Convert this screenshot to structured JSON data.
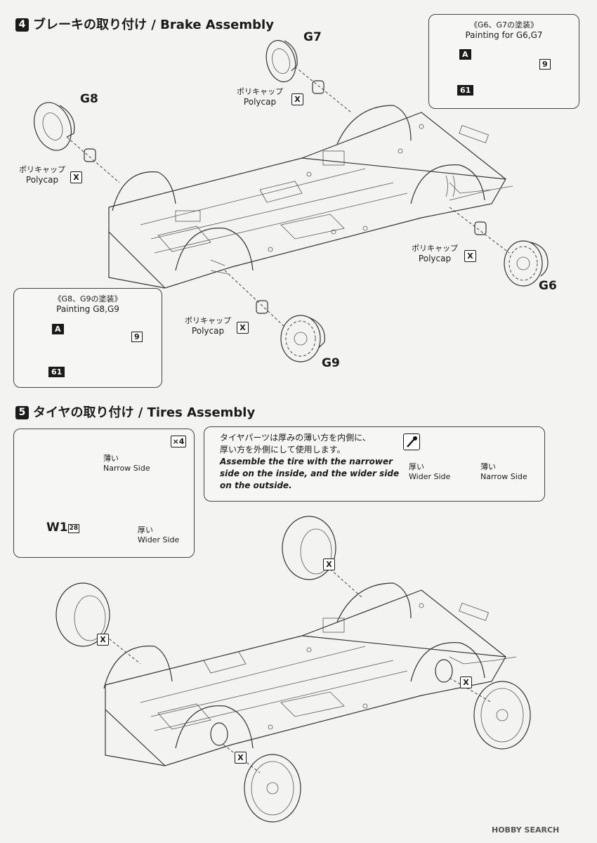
{
  "step4": {
    "number": "4",
    "title": "ブレーキの取り付け / Brake Assembly",
    "parts": {
      "g7": "G7",
      "g8": "G8",
      "g6": "G6",
      "g9": "G9"
    },
    "polycap_jp": "ポリキャップ",
    "polycap_en": "Polycap",
    "polycap_badge": "X",
    "paint_box_top": {
      "title_jp": "《G6、G7の塗装》",
      "title_en": "Painting for G6,G7",
      "tags": [
        "A",
        "9",
        "61"
      ]
    },
    "paint_box_left": {
      "title_jp": "《G8、G9の塗装》",
      "title_en": "Painting G8,G9",
      "tags": [
        "A",
        "9",
        "61"
      ]
    }
  },
  "step5": {
    "number": "5",
    "title": "タイヤの取り付け / Tires Assembly",
    "quantity": "×4",
    "narrow_jp": "薄い",
    "narrow_en": "Narrow Side",
    "wide_jp": "厚い",
    "wide_en": "Wider Side",
    "wheel_part": "W1",
    "wheel_sub": "28",
    "note_jp_1": "タイヤパーツは厚みの薄い方を内側に、",
    "note_jp_2": "厚い方を外側にして使用します。",
    "note_en_1": "Assemble the tire with the narrower",
    "note_en_2": "side on the inside, and the wider side",
    "note_en_3": "on the outside.",
    "badge": "X"
  },
  "watermark": "HOBBY SEARCH",
  "icons": [
    "brush-icon",
    "polycap-icon",
    "x-badge-icon",
    "hobbysearch-logo"
  ]
}
